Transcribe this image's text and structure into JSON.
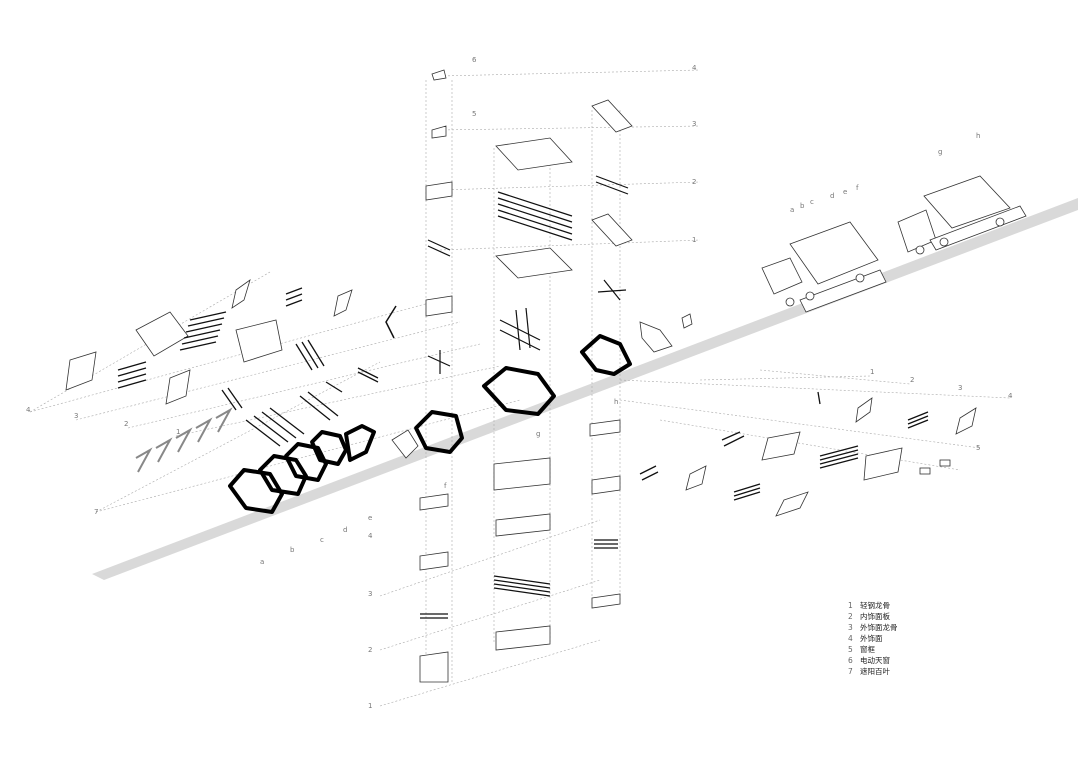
{
  "legend": [
    {
      "num": "1",
      "text": "轻钢龙骨"
    },
    {
      "num": "2",
      "text": "内饰面板"
    },
    {
      "num": "3",
      "text": "外饰面龙骨"
    },
    {
      "num": "4",
      "text": "外饰面"
    },
    {
      "num": "5",
      "text": "窗框"
    },
    {
      "num": "6",
      "text": "电动天窗"
    },
    {
      "num": "7",
      "text": "遮阳百叶"
    }
  ],
  "module_labels": [
    "a",
    "b",
    "c",
    "d",
    "e",
    "f",
    "g",
    "h"
  ],
  "truck_labels": [
    "a",
    "b",
    "c",
    "d",
    "e",
    "f",
    "g",
    "h"
  ],
  "left_fan_labels": [
    "1",
    "2",
    "3",
    "4",
    "7"
  ],
  "column_top_labels": [
    "6",
    "5",
    "4",
    "3",
    "2",
    "1"
  ],
  "column_bottom_labels": [
    "1",
    "2",
    "3",
    "4"
  ],
  "right_fan_labels": [
    "1",
    "2",
    "3",
    "4",
    "5"
  ],
  "colors": {
    "ground": "#d9d9d9",
    "frame": "#000000",
    "dash": "#aaaaaa"
  }
}
